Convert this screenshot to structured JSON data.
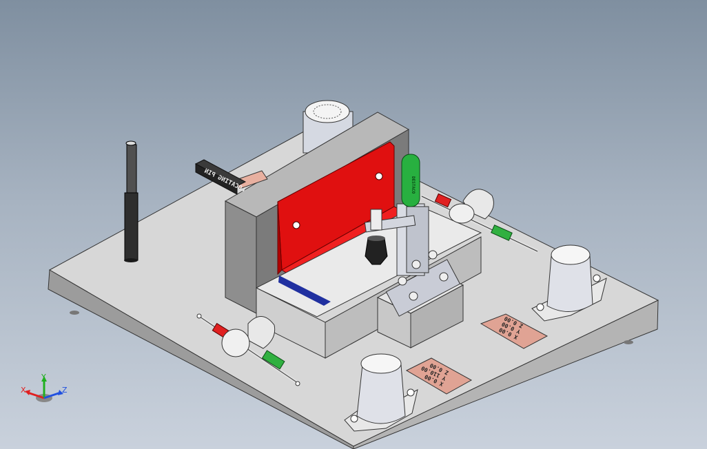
{
  "viewport": {
    "background_top": "#7f8fa0",
    "background_bottom": "#c9d1dc"
  },
  "parts": {
    "locating_pin_label": "LOCATING PIN",
    "clamp_brand": "DESTACO"
  },
  "plates": {
    "right": {
      "line1": "X 0.00",
      "line2": "Y 0.00",
      "line3": "Z 0.00"
    },
    "front": {
      "line1": "X 0.00",
      "line2": "Y 110.00",
      "line3": "Z 0.00"
    }
  },
  "triad": {
    "x_label": "X",
    "y_label": "Y",
    "z_label": "Z",
    "colors": {
      "x": "#e02020",
      "y": "#20b020",
      "z": "#2050e0"
    }
  }
}
